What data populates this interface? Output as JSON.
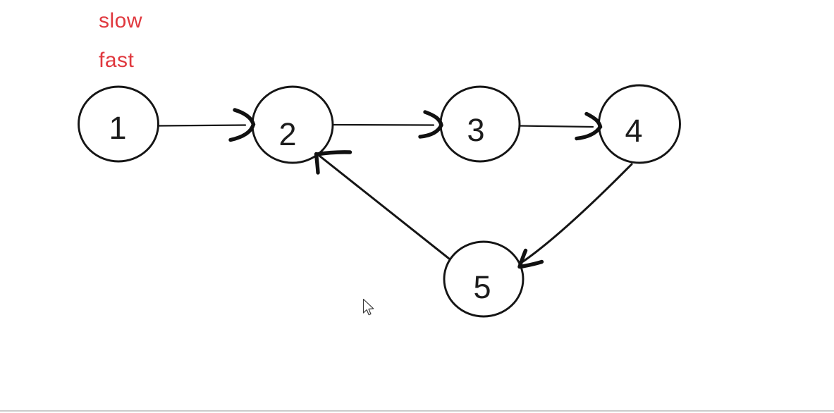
{
  "app": {
    "background_color": "#ffffff",
    "bottom_divider_color": "#cbcbcb"
  },
  "ink": {
    "stroke_color": "#151515",
    "annotation_color": "#e0383e"
  },
  "annotations": [
    {
      "text": "slow"
    },
    {
      "text": "fast"
    }
  ],
  "diagram": {
    "type": "directed-graph",
    "nodes": [
      {
        "id": "node-1",
        "label": "1"
      },
      {
        "id": "node-2",
        "label": "2"
      },
      {
        "id": "node-3",
        "label": "3"
      },
      {
        "id": "node-4",
        "label": "4"
      },
      {
        "id": "node-5",
        "label": "5"
      }
    ],
    "edges": [
      {
        "from": "1",
        "to": "2"
      },
      {
        "from": "2",
        "to": "3"
      },
      {
        "from": "3",
        "to": "4"
      },
      {
        "from": "4",
        "to": "5"
      },
      {
        "from": "5",
        "to": "2"
      }
    ]
  }
}
